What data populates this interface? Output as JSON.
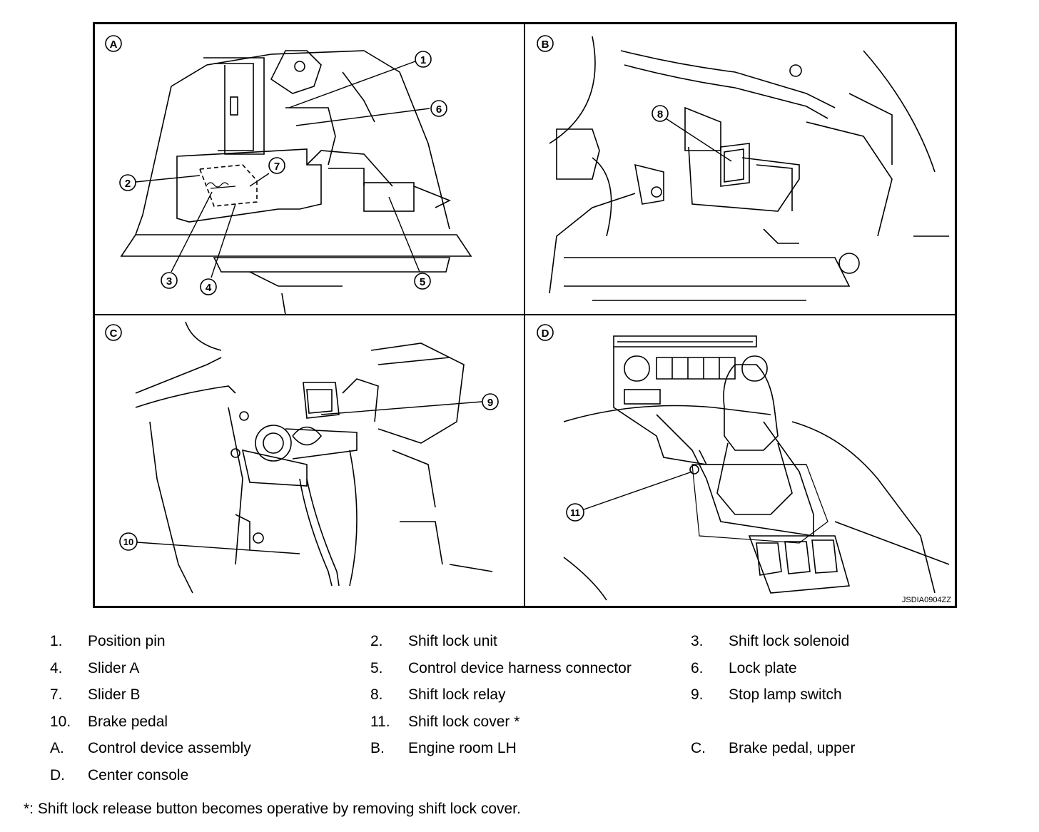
{
  "figure": {
    "code": "JSDIA0904ZZ",
    "panels": [
      {
        "letter": "A"
      },
      {
        "letter": "B"
      },
      {
        "letter": "C"
      },
      {
        "letter": "D"
      }
    ],
    "callouts": [
      "1",
      "2",
      "3",
      "4",
      "5",
      "6",
      "7",
      "8",
      "9",
      "10",
      "11"
    ]
  },
  "legend": [
    {
      "num": "1.",
      "text": "Position pin"
    },
    {
      "num": "2.",
      "text": "Shift lock unit"
    },
    {
      "num": "3.",
      "text": "Shift lock solenoid"
    },
    {
      "num": "4.",
      "text": "Slider A"
    },
    {
      "num": "5.",
      "text": "Control device harness connector"
    },
    {
      "num": "6.",
      "text": "Lock plate"
    },
    {
      "num": "7.",
      "text": "Slider B"
    },
    {
      "num": "8.",
      "text": "Shift lock relay"
    },
    {
      "num": "9.",
      "text": "Stop lamp switch"
    },
    {
      "num": "10.",
      "text": "Brake pedal"
    },
    {
      "num": "11.",
      "text": "Shift lock cover *"
    },
    {
      "num": "A.",
      "text": "Control device assembly"
    },
    {
      "num": "B.",
      "text": "Engine room LH"
    },
    {
      "num": "C.",
      "text": "Brake pedal, upper"
    },
    {
      "num": "D.",
      "text": "Center console"
    }
  ],
  "footnote": "*: Shift lock release button becomes operative by removing shift lock cover."
}
